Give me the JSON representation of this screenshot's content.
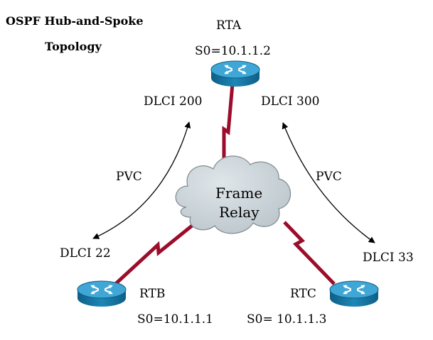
{
  "title": {
    "line1": "OSPF Hub-and-Spoke",
    "line2": "Topology"
  },
  "routers": {
    "rta": {
      "name": "RTA",
      "address": "S0=10.1.1.2"
    },
    "rtb": {
      "name": "RTB",
      "address": "S0=10.1.1.1"
    },
    "rtc": {
      "name": "RTC",
      "address": "S0= 10.1.1.3"
    }
  },
  "cloud": {
    "line1": "Frame",
    "line2": "Relay"
  },
  "dlci": {
    "rta_left": "DLCI 200",
    "rta_right": "DLCI 300",
    "rtb": "DLCI 22",
    "rtc": "DLCI 33"
  },
  "pvc": {
    "left": "PVC",
    "right": "PVC"
  },
  "colors": {
    "link": "#9b0d2a",
    "cloud": "#c6cfd4",
    "router": "#1d87b6",
    "router_top": "#3fa6d6"
  },
  "icons": {
    "router": "router-icon",
    "cloud": "cloud-icon"
  }
}
